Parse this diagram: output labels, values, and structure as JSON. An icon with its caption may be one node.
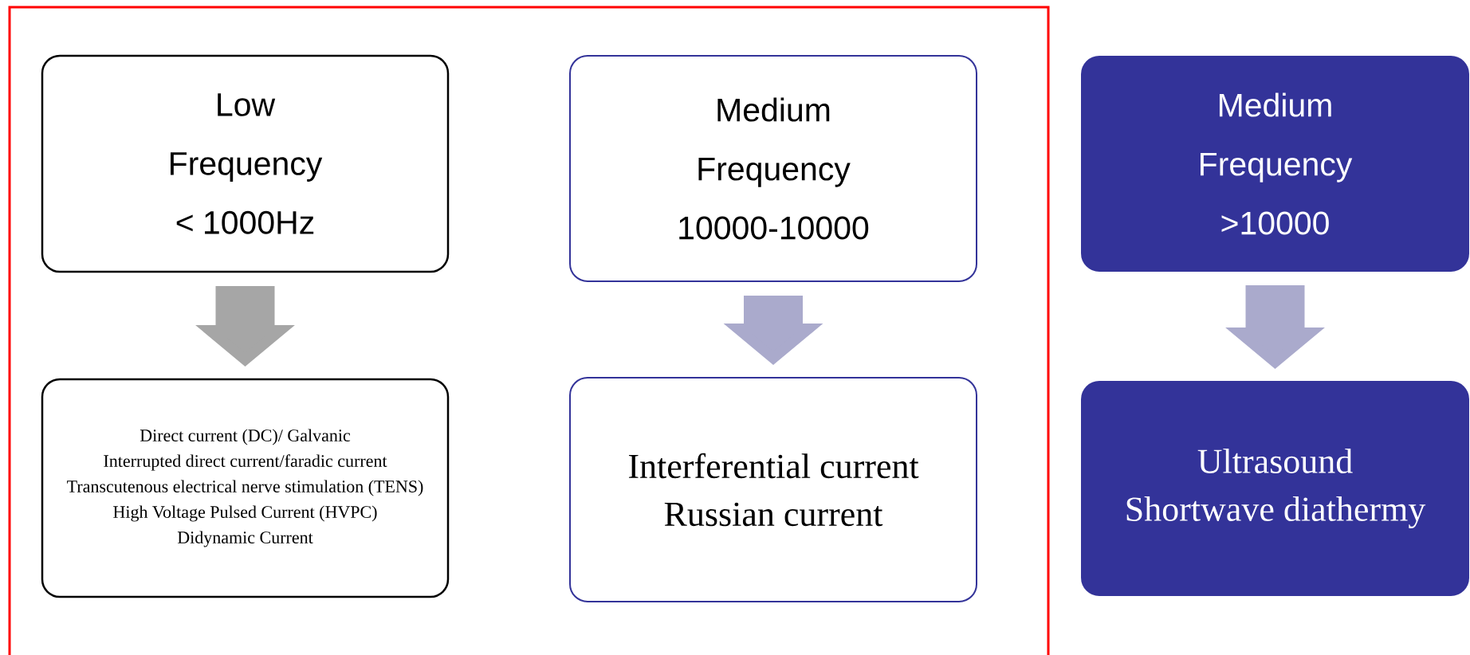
{
  "diagram": {
    "nodes": [
      {
        "text": [],
        "shape": "box"
      },
      {
        "text": [
          "Low",
          "Frequency",
          "< 1000Hz"
        ],
        "in": 0
      },
      {
        "text": [
          "Medium",
          "Frequency",
          "10000-10000"
        ],
        "in": 0
      },
      {
        "text": [
          "Medium",
          "Frequency",
          ">10000"
        ]
      },
      {
        "text": [
          "Direct current (DC)/ Galvanic",
          "Interrupted direct current/faradic current",
          "Transcutenous electrical nerve stimulation (TENS)",
          "High Voltage Pulsed Current (HVPC)",
          "Didynamic Current"
        ],
        "in": 0
      },
      {
        "text": [
          "Interferential current",
          "Russian current"
        ],
        "in": 0
      },
      {
        "text": [
          "Ultrasound",
          "Shortwave diathermy"
        ]
      }
    ],
    "edges": [
      {
        "from": 1,
        "to": 4,
        "arrow": "to",
        "color": "#a6a6a6"
      },
      {
        "from": 2,
        "to": 5,
        "arrow": "to"
      },
      {
        "from": 3,
        "to": 6,
        "arrow": "to"
      }
    ]
  }
}
